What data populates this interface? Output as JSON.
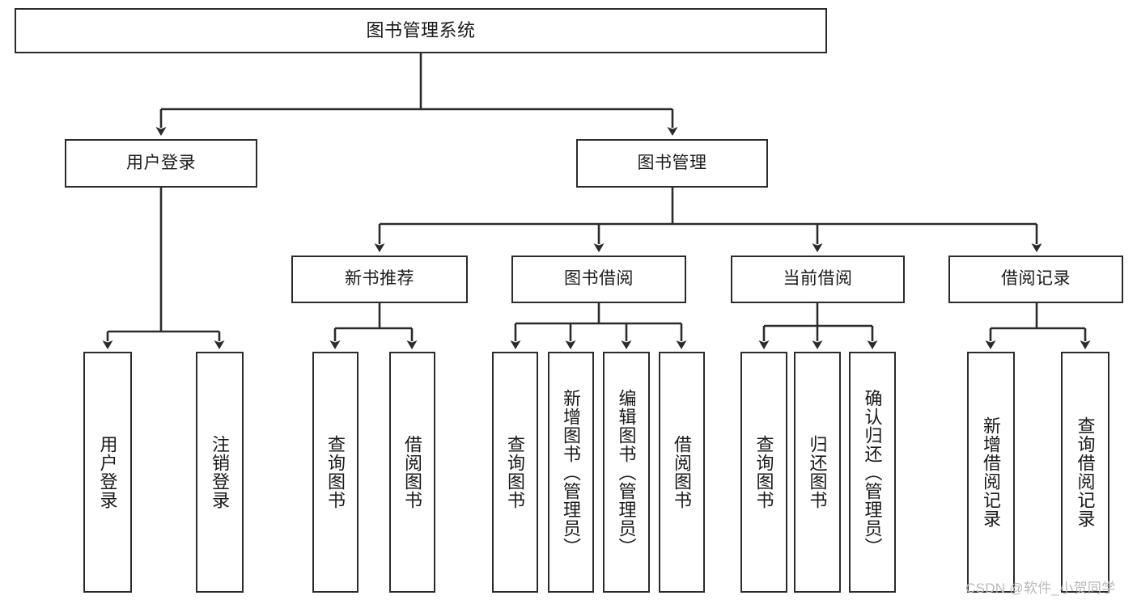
{
  "diagram": {
    "title": "图书管理系统",
    "type": "tree-hierarchy",
    "nodes": {
      "root": {
        "label": "图书管理系统"
      },
      "level2": [
        {
          "label": "用户登录"
        },
        {
          "label": "图书管理"
        }
      ],
      "level3": [
        {
          "label": "新书推荐"
        },
        {
          "label": "图书借阅"
        },
        {
          "label": "当前借阅"
        },
        {
          "label": "借阅记录"
        }
      ],
      "leaves": {
        "user_login": [
          {
            "label": "用户登录"
          },
          {
            "label": "注销登录"
          }
        ],
        "new_book_recommend": [
          {
            "label": "查询图书"
          },
          {
            "label": "借阅图书"
          }
        ],
        "book_borrow": [
          {
            "label": "查询图书"
          },
          {
            "label": "新增图书（管理员）"
          },
          {
            "label": "编辑图书（管理员）"
          },
          {
            "label": "借阅图书"
          }
        ],
        "current_borrow": [
          {
            "label": "查询图书"
          },
          {
            "label": "归还图书"
          },
          {
            "label": "确认归还（管理员）"
          }
        ],
        "borrow_record": [
          {
            "label": "新增借阅记录"
          },
          {
            "label": "查询借阅记录"
          }
        ]
      }
    }
  },
  "watermark": {
    "text": "CSDN @软件_小贺同学"
  },
  "colors": {
    "stroke": "#2b2b2b",
    "background": "#ffffff",
    "text": "#1a1a1a",
    "watermark": "#b9b9b9"
  }
}
